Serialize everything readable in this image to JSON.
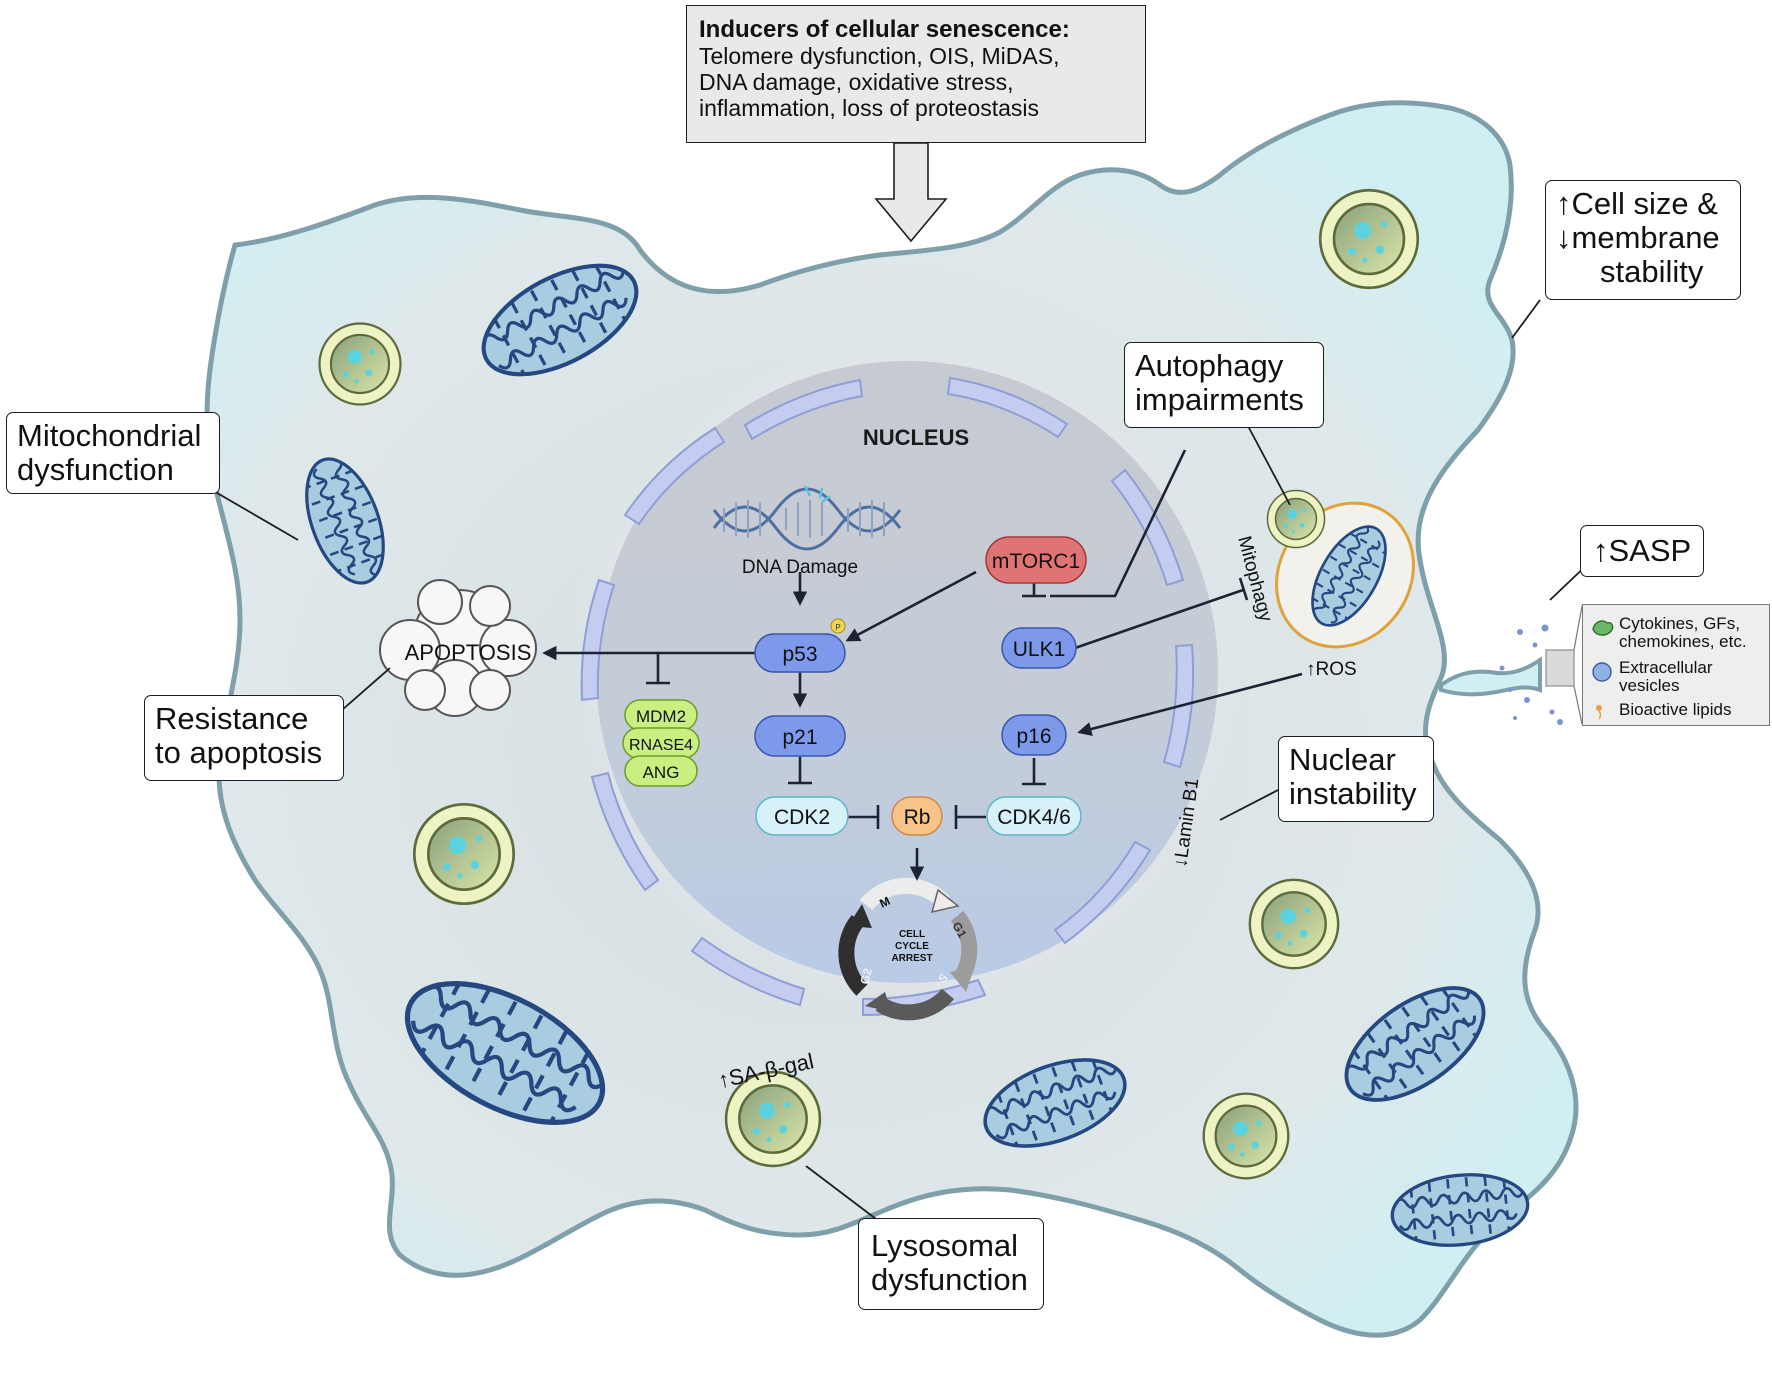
{
  "inducers": {
    "title": "Inducers of cellular senescence:",
    "lines": [
      "Telomere dysfunction, OIS, MiDAS,",
      "DNA damage, oxidative stress,",
      "inflammation, loss of proteostasis"
    ]
  },
  "labels": {
    "cell_size": {
      "arrow1": "↑",
      "line1": "Cell size &",
      "arrow2": "↓",
      "line2": "membrane",
      "line3": "stability"
    },
    "autophagy": {
      "line1": "Autophagy",
      "line2": "impairments"
    },
    "mito": {
      "line1": "Mitochondrial",
      "line2": "dysfunction"
    },
    "sasp": {
      "arrow": "↑",
      "text": "SASP"
    },
    "resist": {
      "line1": "Resistance",
      "line2": "to apoptosis"
    },
    "nuclear": {
      "line1": "Nuclear",
      "line2": "instability"
    },
    "lyso": {
      "line1": "Lysosomal",
      "line2": "dysfunction"
    }
  },
  "legend": {
    "item1": {
      "line1": "Cytokines, GFs,",
      "line2": "chemokines, etc."
    },
    "item2": {
      "line1": "Extracellular",
      "line2": "vesicles"
    },
    "item3": {
      "line1": "Bioactive lipids"
    }
  },
  "nucleus": {
    "title": "NUCLEUS",
    "dna_damage": "DNA Damage",
    "phospho": "P",
    "p53": "p53",
    "p21": "p21",
    "cdk2": "CDK2",
    "rb": "Rb",
    "cdk46": "CDK4/6",
    "p16": "p16",
    "ulk1": "ULK1",
    "mtorc1": "mTORC1",
    "mdm2": "MDM2",
    "rnase4": "RNASE4",
    "ang": "ANG",
    "apoptosis": "APOPTOSIS",
    "lamin": "↓Lamin B1",
    "mitophagy": "Mitophagy",
    "ros": "↑ROS",
    "sagal": "↑SA-β-gal",
    "cycle": {
      "m": "M",
      "g1": "G1",
      "s": "S",
      "g2": "G2",
      "c1": "CELL",
      "c2": "CYCLE",
      "c3": "ARREST"
    }
  },
  "colors": {
    "cell_fill": "#d9e7e9",
    "cell_stroke": "#7fa0aa",
    "nucleus": "#c7ccd4",
    "node_blue": "#7c99eb",
    "node_cyan": "#d7f1f8",
    "node_orange": "#f8c389",
    "node_red": "#e07474",
    "node_green": "#c8ef80",
    "mito_fill": "#a9cce0",
    "mito_stroke": "#24487f",
    "lyso_outer": "#eef3c4",
    "lyso_inner": "#9fb98f",
    "arrow": "#1e2333"
  }
}
